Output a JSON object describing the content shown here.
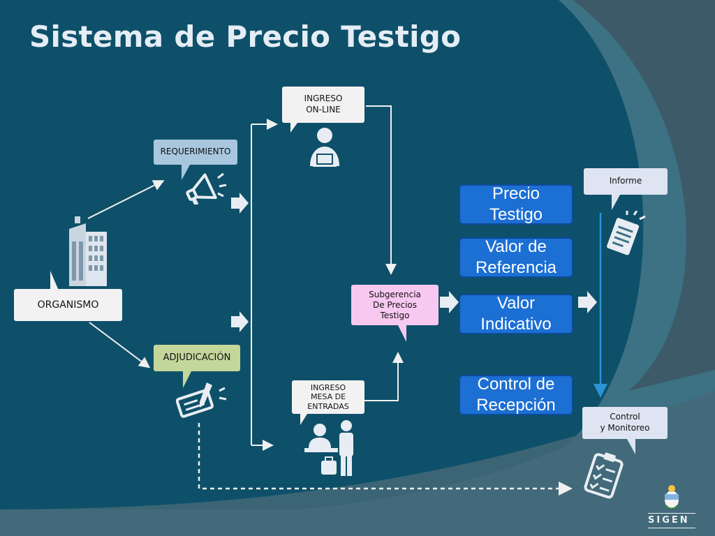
{
  "slide": {
    "title": "Sistema de Precio Testigo"
  },
  "nodes": {
    "organismo": "ORGANISMO",
    "requerimiento": "REQUERIMIENTO",
    "adjudicacion": "ADJUDICACIÓN",
    "ingreso_online": [
      "INGRESO",
      "ON-LINE"
    ],
    "ingreso_mesa": [
      "INGRESO",
      "MESA DE",
      "ENTRADAS"
    ],
    "subgerencia": [
      "Subgerencia",
      "De Precios",
      "Testigo"
    ],
    "informe": "Informe",
    "control": [
      "Control",
      "y Monitoreo"
    ]
  },
  "outputs": [
    [
      "Precio",
      "Testigo"
    ],
    [
      "Valor de",
      "Referencia"
    ],
    [
      "Valor",
      "Indicativo"
    ],
    [
      "Control de",
      "Recepción"
    ]
  ],
  "branding": {
    "logo_text": "SIGEN"
  },
  "colors": {
    "background_dark": "#0f5068",
    "background_mid": "#3d6f80",
    "background_slate": "#3d5a68",
    "title": "#e4edf6",
    "output_box": "#1c6fd3",
    "requerimiento": "#a8c7de",
    "adjudicacion": "#c4d79b",
    "subgerencia": "#f8c9f0",
    "icons": "#e8edf3"
  },
  "icons": [
    "megaphone-icon",
    "building-icon",
    "user-laptop-icon",
    "clerk-visitor-icon",
    "check-pen-icon",
    "document-icon",
    "clipboard-checklist-icon",
    "argentina-seal-icon"
  ]
}
